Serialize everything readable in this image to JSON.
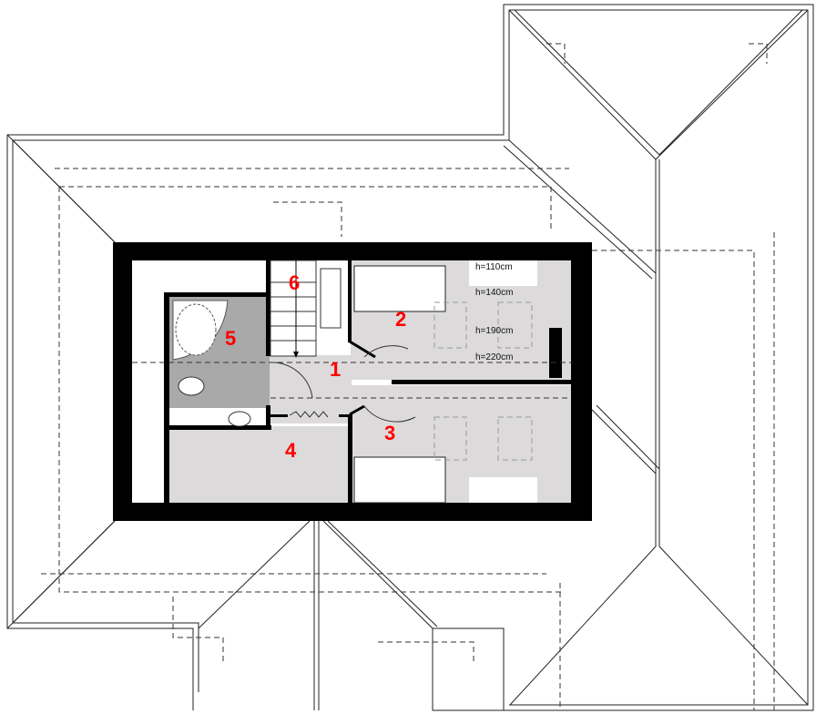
{
  "plan": {
    "rooms": [
      {
        "number": "1"
      },
      {
        "number": "2"
      },
      {
        "number": "3"
      },
      {
        "number": "4"
      },
      {
        "number": "5"
      },
      {
        "number": "6"
      }
    ],
    "height_marks": [
      "h=110cm",
      "h=140cm",
      "h=190cm",
      "h=220cm"
    ],
    "colors": {
      "walls": "#000000",
      "floor": "#dcdada",
      "bathroom": "#a9a9a9",
      "room_numbers": "#ff0000"
    }
  }
}
